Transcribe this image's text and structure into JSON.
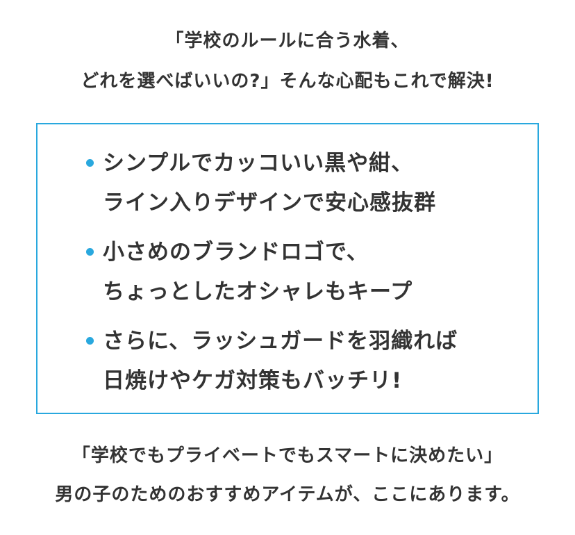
{
  "intro": {
    "line1": "「学校のルールに合う水着、",
    "line2": "どれを選べばいいの?」そんな心配もこれで解決!"
  },
  "points": [
    {
      "line1": "シンプルでカッコいい黒や紺、",
      "line2": "ライン入りデザインで安心感抜群"
    },
    {
      "line1": "小さめのブランドロゴで、",
      "line2": "ちょっとしたオシャレもキープ"
    },
    {
      "line1": "さらに、ラッシュガードを羽織れば",
      "line2": "日焼けやケガ対策もバッチリ!"
    }
  ],
  "closing": {
    "line1": "「学校でもプライベートでもスマートに決めたい」",
    "line2": "男の子のためのおすすめアイテムが、ここにあります。"
  },
  "colors": {
    "accent": "#29a8de",
    "text": "#333333",
    "background": "#ffffff"
  }
}
